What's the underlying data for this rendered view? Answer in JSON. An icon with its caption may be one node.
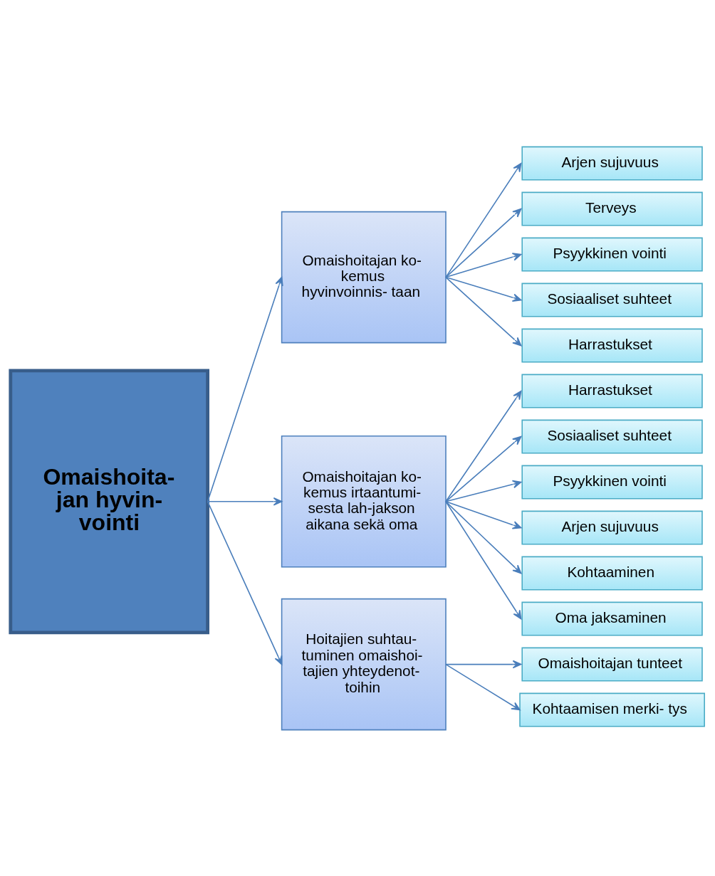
{
  "diagram": {
    "nodes": [
      {
        "text": [
          "Omaishoita- jan hyvin- vointi"
        ]
      },
      {
        "text": [
          "Omaishoitajan ko- kemus hyvinvoinnis- taan"
        ]
      },
      {
        "text": [
          "Arjen sujuvuus"
        ]
      },
      {
        "text": [
          "Terveys"
        ]
      },
      {
        "text": [
          "Psyykkinen vointi"
        ]
      },
      {
        "text": [
          "Sosiaaliset suhteet"
        ]
      },
      {
        "text": [
          "Harrastukset"
        ]
      },
      {
        "text": [
          "Omaishoitajan ko- kemus irtaantumi- sesta lah-jakson aikana sekä oma"
        ]
      },
      {
        "text": [
          "Harrastukset"
        ]
      },
      {
        "text": [
          "Sosiaaliset suhteet"
        ]
      },
      {
        "text": [
          "Psyykkinen vointi"
        ]
      },
      {
        "text": [
          "Arjen sujuvuus"
        ]
      },
      {
        "text": [
          "Kohtaaminen"
        ]
      },
      {
        "text": [
          "Oma jaksaminen"
        ]
      },
      {
        "text": [
          "Hoitajien suhtau- tuminen omaishoi- tajien yhteydenot- toihin"
        ]
      },
      {
        "text": [
          "Omaishoitajan tunteet"
        ]
      },
      {
        "text": [
          "Kohtaamisen merki- tys"
        ]
      }
    ],
    "edges": [
      {
        "from": 0,
        "to": 1,
        "arrow": "to"
      },
      {
        "from": 1,
        "to": 2,
        "arrow": "to"
      },
      {
        "from": 1,
        "to": 3,
        "arrow": "to"
      },
      {
        "from": 1,
        "to": 4,
        "arrow": "to"
      },
      {
        "from": 1,
        "to": 5,
        "arrow": "to"
      },
      {
        "from": 1,
        "to": 6,
        "arrow": "to"
      },
      {
        "from": 0,
        "to": 7,
        "arrow": "to"
      },
      {
        "from": 7,
        "to": 8,
        "arrow": "to"
      },
      {
        "from": 7,
        "to": 9,
        "arrow": "to"
      },
      {
        "from": 7,
        "to": 10,
        "arrow": "to"
      },
      {
        "from": 7,
        "to": 11,
        "arrow": "to"
      },
      {
        "from": 7,
        "to": 12,
        "arrow": "to"
      },
      {
        "from": 7,
        "to": 13,
        "arrow": "to"
      },
      {
        "from": 0,
        "to": 14,
        "arrow": "to"
      },
      {
        "from": 14,
        "to": 15,
        "arrow": "to"
      },
      {
        "from": 14,
        "to": 16,
        "arrow": "to"
      }
    ]
  }
}
